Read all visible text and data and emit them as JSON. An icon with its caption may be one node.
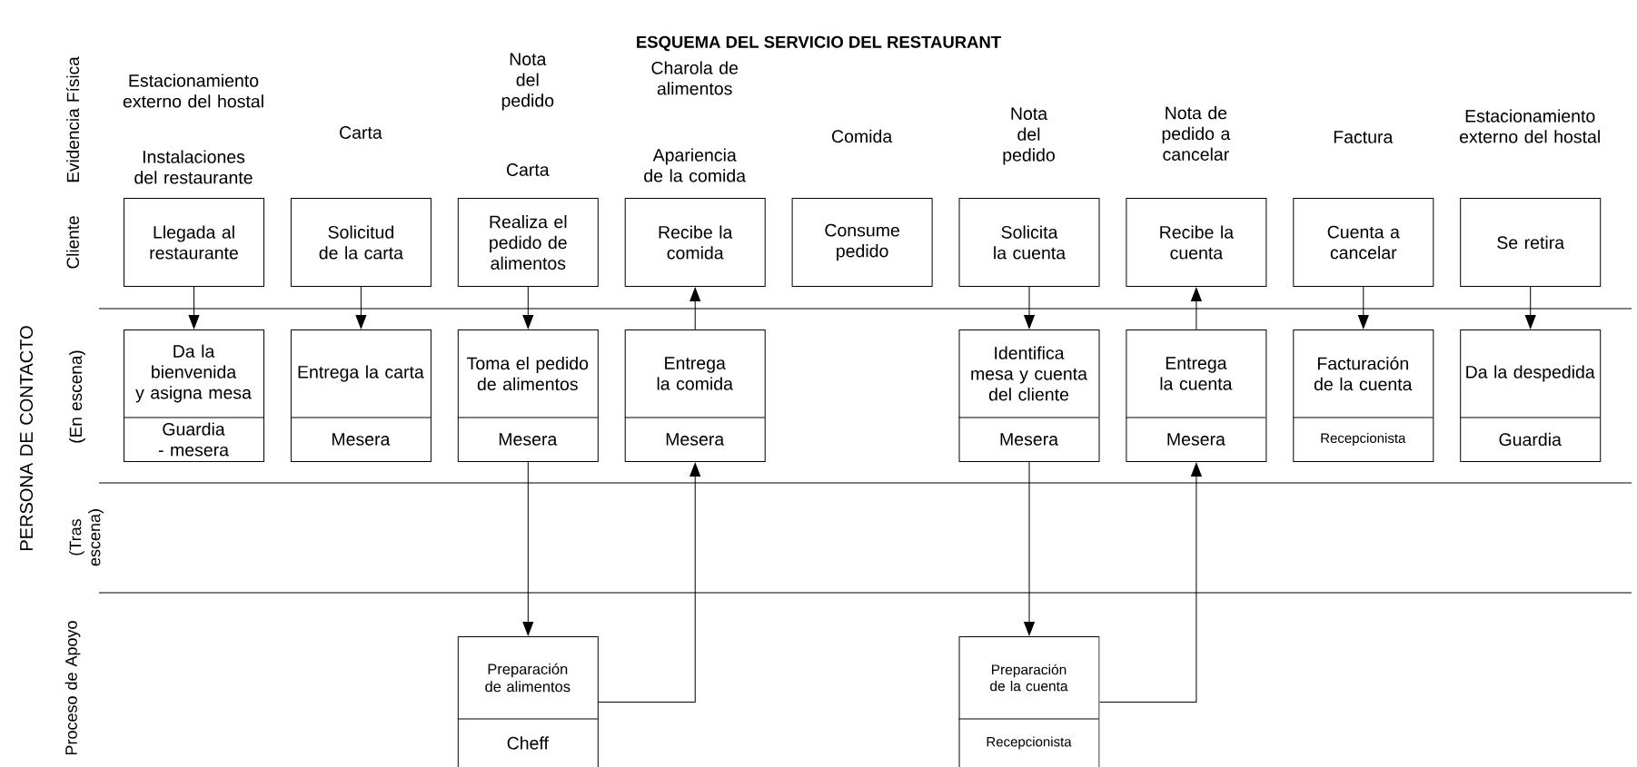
{
  "diagram": {
    "title": "ESQUEMA DEL SERVICIO DEL RESTAURANT",
    "nodes": [
      {
        "text": [
          "Llegada al restaurante"
        ]
      },
      {
        "text": [
          "Solicitud de la carta"
        ]
      },
      {
        "text": [
          "Realiza el pedido de alimentos"
        ]
      },
      {
        "text": [
          "Recibe la comida"
        ]
      },
      {
        "text": [
          "Consume pedido"
        ]
      },
      {
        "text": [
          "Solicita la cuenta"
        ]
      },
      {
        "text": [
          "Recibe la cuenta"
        ]
      },
      {
        "text": [
          "Cuenta a cancelar"
        ]
      },
      {
        "text": [
          "Se retira"
        ]
      },
      {
        "text": [
          "Da la bienvenida y asigna mesa",
          "Guardia - mesera"
        ]
      },
      {
        "text": [
          "Entrega la carta",
          "Mesera"
        ]
      },
      {
        "text": [
          "Toma el pedido de alimentos",
          "Mesera"
        ]
      },
      {
        "text": [
          "Entrega la comida",
          "Mesera"
        ]
      },
      {
        "text": [
          "Identifica mesa y cuenta del cliente",
          "Mesera"
        ]
      },
      {
        "text": [
          "Entrega la cuenta",
          "Mesera"
        ]
      },
      {
        "text": [
          "Facturación de la cuenta",
          "Recepcionista"
        ]
      },
      {
        "text": [
          "Da la despedida",
          "Guardia"
        ]
      },
      {
        "text": [
          "Preparación de alimentos",
          "Cheff"
        ]
      },
      {
        "text": [
          "Preparación de la cuenta",
          "Recepcionista"
        ]
      }
    ],
    "edges": [
      {
        "from": 0,
        "to": 9,
        "arrow": "to"
      },
      {
        "from": 1,
        "to": 10,
        "arrow": "to"
      },
      {
        "from": 2,
        "to": 11,
        "arrow": "to"
      },
      {
        "from": 12,
        "to": 3,
        "arrow": "to"
      },
      {
        "from": 5,
        "to": 13,
        "arrow": "to"
      },
      {
        "from": 14,
        "to": 6,
        "arrow": "to"
      },
      {
        "from": 7,
        "to": 15,
        "arrow": "to"
      },
      {
        "from": 8,
        "to": 16,
        "arrow": "to"
      },
      {
        "from": 11,
        "to": 17,
        "arrow": "to"
      },
      {
        "from": 17,
        "to": 12,
        "arrow": "to"
      },
      {
        "from": 13,
        "to": 18,
        "arrow": "to"
      },
      {
        "from": 18,
        "to": 14,
        "arrow": "to"
      }
    ],
    "labels": [
      "Evidencia Física",
      "Cliente",
      "PERSONA DE CONTACTO",
      "(En escena)",
      "(Tras escena)",
      "Proceso de Apoyo",
      "Estacionamiento externo del hostal",
      "Instalaciones del restaurante",
      "Carta",
      "Nota del pedido",
      "Carta",
      "Charola de alimentos",
      "Apariencia de la comida",
      "Comida",
      "Nota del pedido",
      "Nota de pedido a cancelar",
      "Factura",
      "Estacionamiento externo del hostal"
    ]
  }
}
